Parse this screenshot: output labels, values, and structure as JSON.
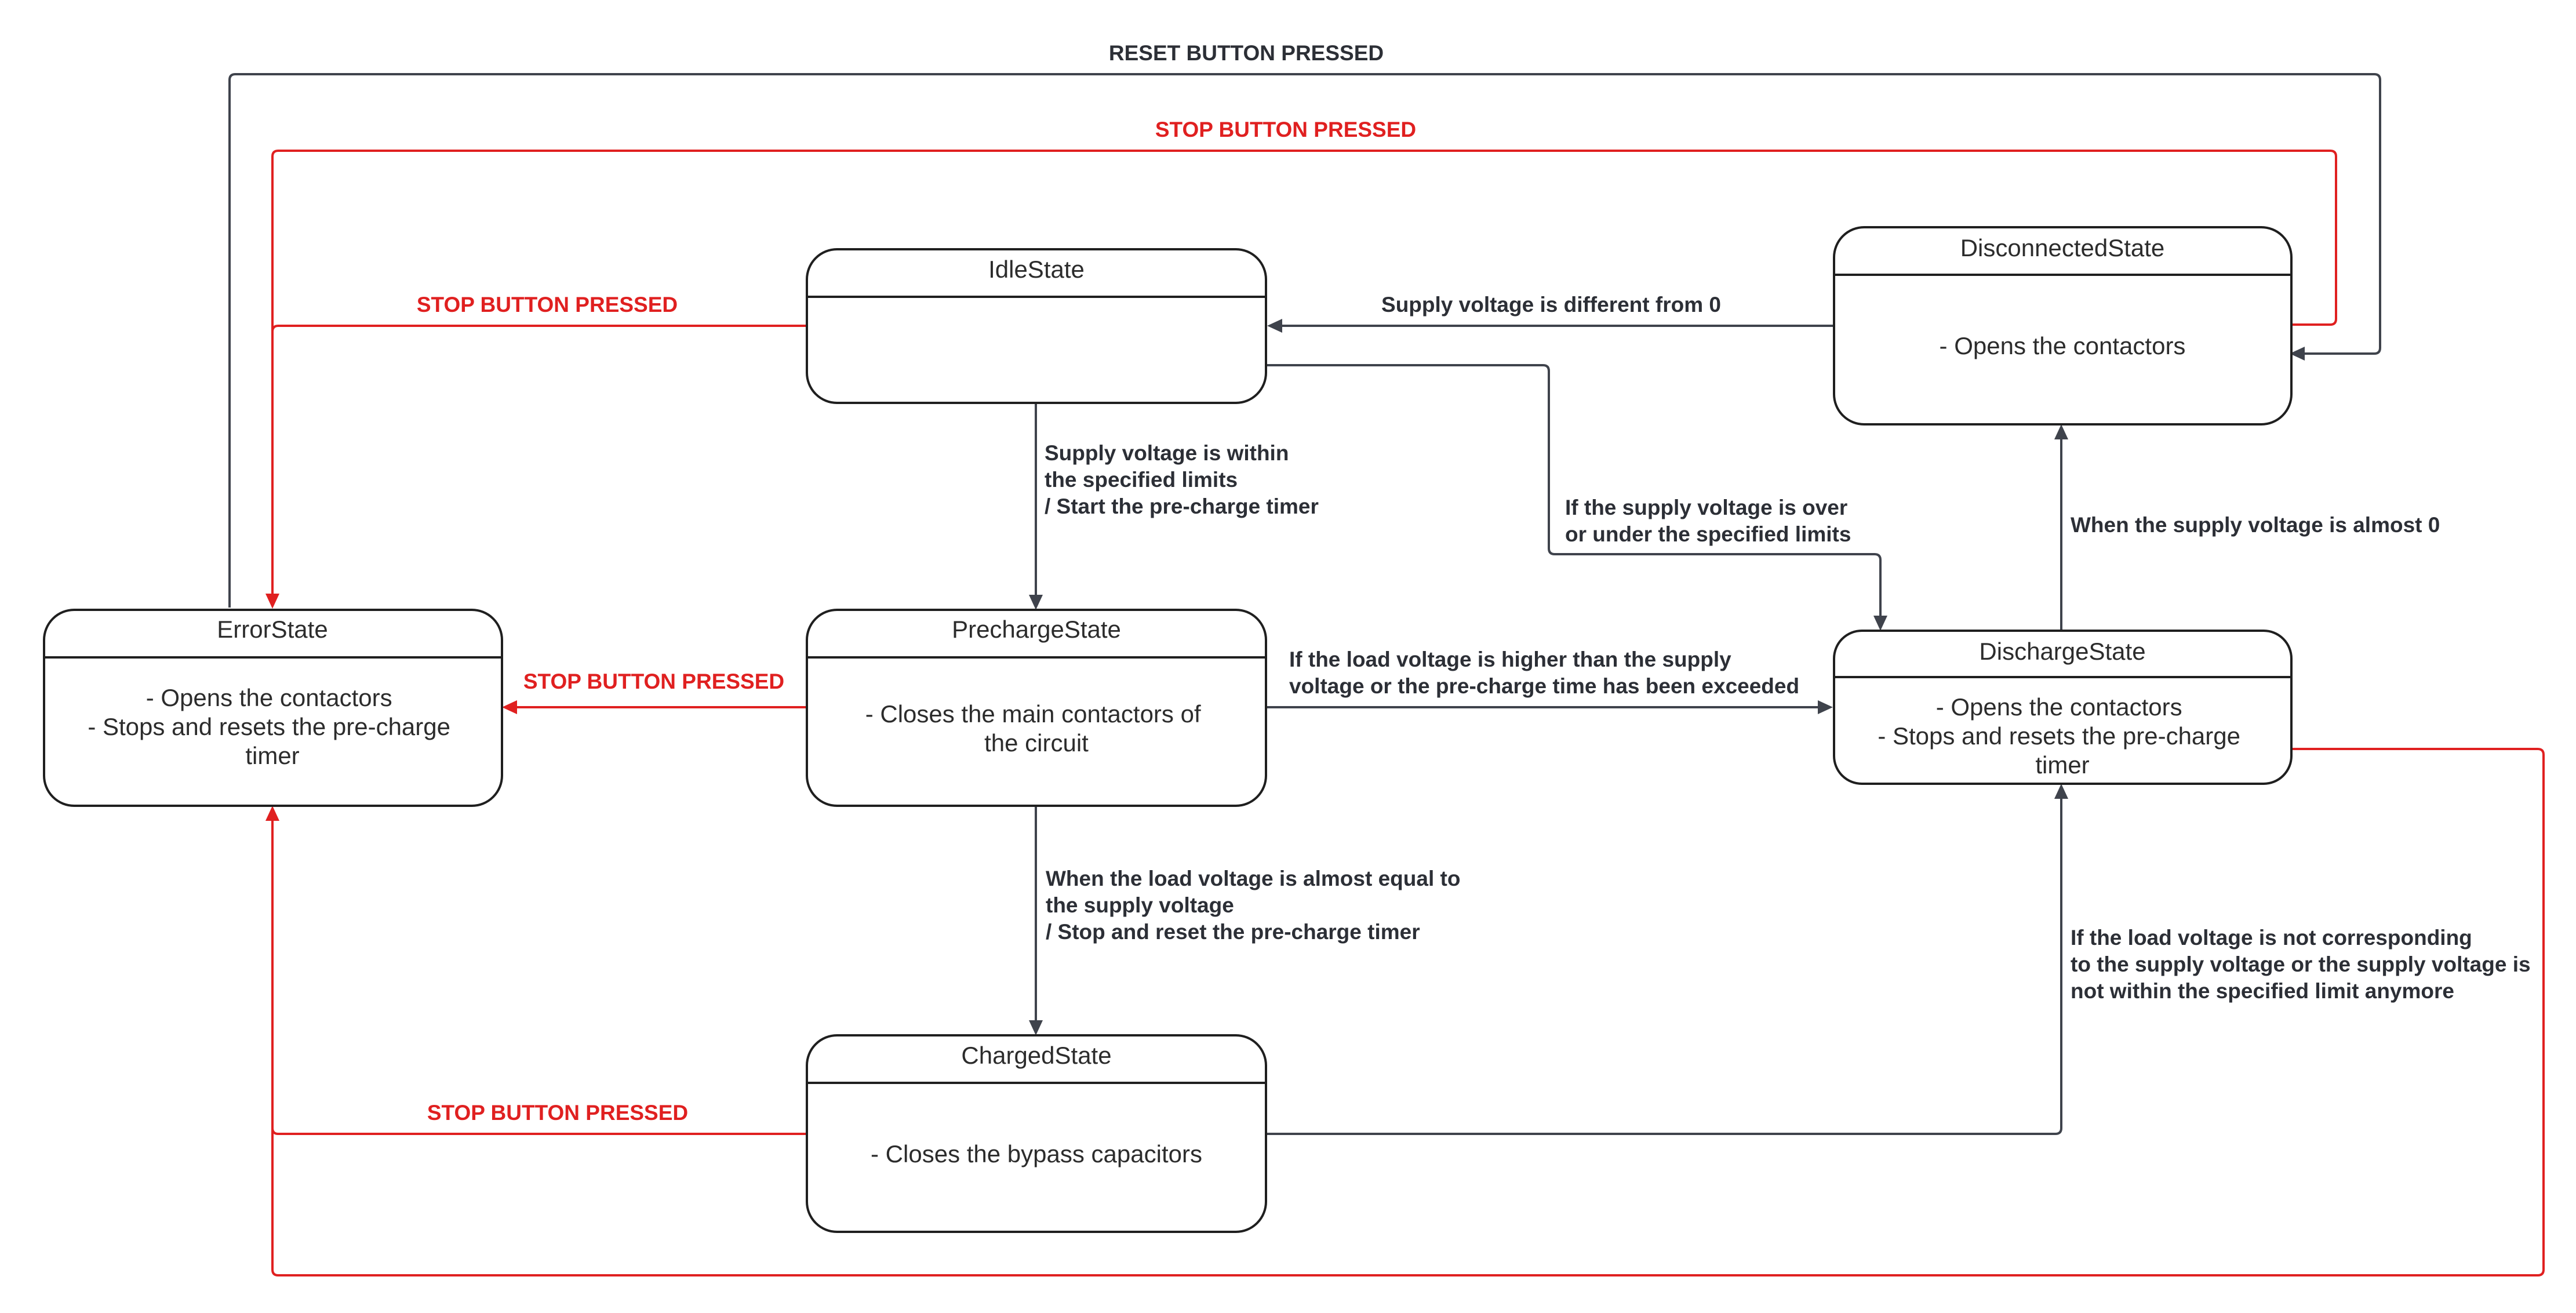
{
  "colors": {
    "transition": "#3f434c",
    "stop_transition": "#e02020",
    "box_stroke": "#1f1f1f",
    "background": "#ffffff"
  },
  "states": {
    "idle": {
      "title": "IdleState",
      "body": []
    },
    "disconnected": {
      "title": "DisconnectedState",
      "body": [
        "- Opens the contactors"
      ]
    },
    "error": {
      "title": "ErrorState",
      "body": [
        "- Opens the contactors",
        "- Stops and resets the pre-charge",
        "timer"
      ]
    },
    "precharge": {
      "title": "PrechargeState",
      "body": [
        "- Closes the main contactors of",
        "the circuit"
      ]
    },
    "discharge": {
      "title": "DischargeState",
      "body": [
        "- Opens the contactors",
        "- Stops and resets the pre-charge",
        "timer"
      ]
    },
    "charged": {
      "title": "ChargedState",
      "body": [
        "- Closes the bypass capacitors"
      ]
    }
  },
  "transitions": {
    "reset_button": {
      "label": [
        "RESET BUTTON PRESSED"
      ]
    },
    "stop_disconnected_to_error": {
      "label": [
        "STOP BUTTON PRESSED"
      ]
    },
    "stop_idle_to_error": {
      "label": [
        "STOP BUTTON PRESSED"
      ]
    },
    "stop_precharge_to_error": {
      "label": [
        "STOP BUTTON PRESSED"
      ]
    },
    "stop_charged_to_error": {
      "label": [
        "STOP BUTTON PRESSED"
      ]
    },
    "disconnected_to_idle": {
      "label": [
        "Supply voltage is different from 0"
      ]
    },
    "idle_to_precharge": {
      "label": [
        "Supply voltage is within",
        "the specified limits",
        "",
        "/ Start the pre-charge timer"
      ]
    },
    "idle_to_discharge": {
      "label": [
        "If the supply voltage is over",
        "or under the specified limits"
      ]
    },
    "discharge_to_disconnected": {
      "label": [
        "When the supply voltage is almost 0"
      ]
    },
    "precharge_to_discharge": {
      "label": [
        "If the load voltage is higher than the supply",
        "voltage or the pre-charge time has been exceeded"
      ]
    },
    "precharge_to_charged": {
      "label": [
        "When the load voltage is almost equal to",
        "the supply voltage",
        "",
        "/ Stop and reset the pre-charge timer"
      ]
    },
    "charged_to_discharge": {
      "label": [
        "If the load voltage is not corresponding",
        "to the supply voltage or the supply voltage is",
        "not within the specified limit anymore"
      ]
    },
    "discharge_to_error": {
      "label": []
    }
  }
}
